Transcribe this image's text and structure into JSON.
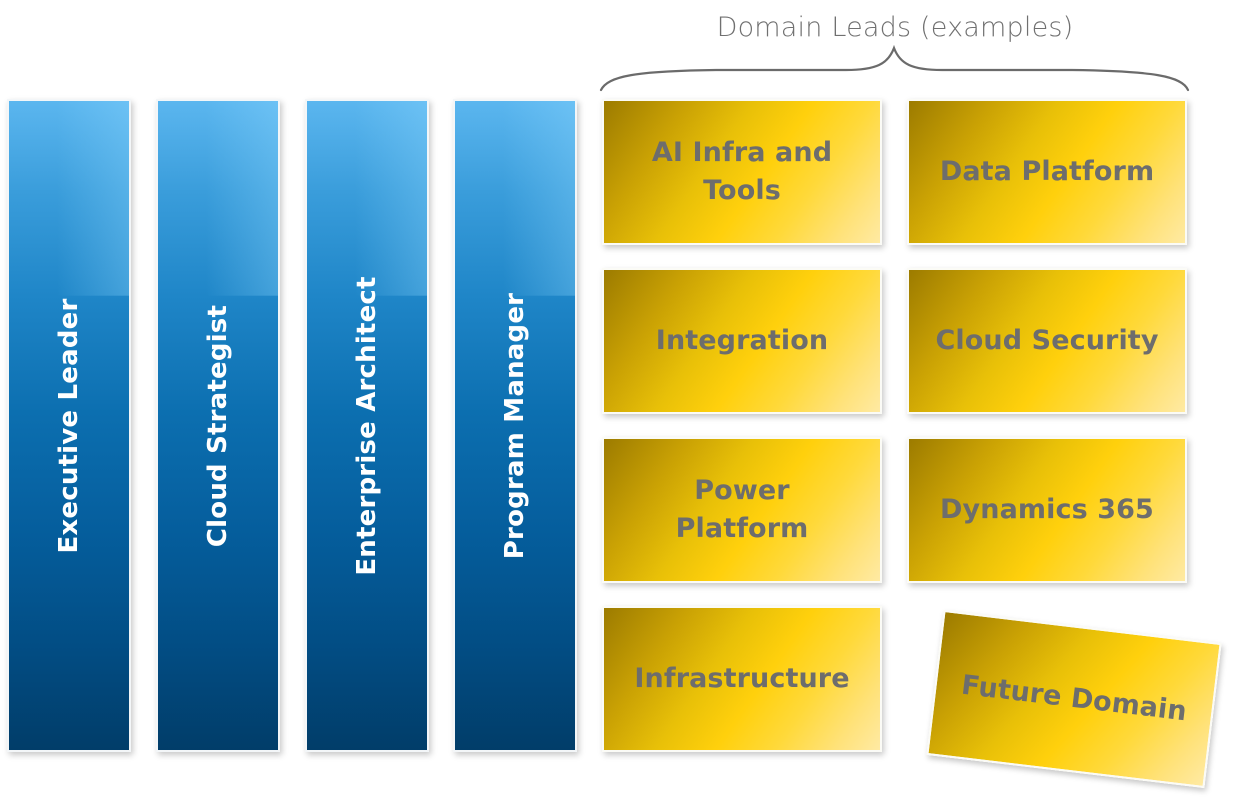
{
  "diagram": {
    "group_title": "Domain Leads (examples)",
    "roles": [
      {
        "label": "Executive Leader"
      },
      {
        "label": "Cloud Strategist"
      },
      {
        "label": "Enterprise Architect"
      },
      {
        "label": "Program Manager"
      }
    ],
    "domains": [
      {
        "label": "AI Infra and Tools"
      },
      {
        "label": "Data Platform"
      },
      {
        "label": "Integration"
      },
      {
        "label": "Cloud Security"
      },
      {
        "label": "Power Platform"
      },
      {
        "label": "Dynamics 365"
      },
      {
        "label": "Infrastructure"
      },
      {
        "label": "Future Domain"
      }
    ],
    "colors": {
      "role_bar_top": "#5bb6ef",
      "role_bar_bottom": "#013d69",
      "domain_tile_dark": "#9c7b00",
      "domain_tile_mid": "#ffd00c",
      "domain_tile_light": "#ffeaa3",
      "tile_text": "#6d6d6d",
      "brace": "#6b6b6b"
    }
  }
}
